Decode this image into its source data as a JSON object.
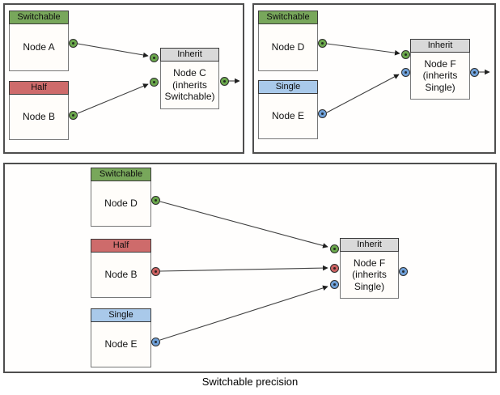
{
  "caption": "Switchable precision",
  "colors": {
    "switchable": "#78A75B",
    "half": "#CE6B6B",
    "single": "#A9C9EA",
    "inherit": "#D9D9D9",
    "port-switchable": "#6BA84D",
    "port-half": "#CC6262",
    "port-single": "#6FA0D8",
    "line": "#3f3f3f"
  },
  "panels": [
    {
      "id": "top-left",
      "nodes": [
        {
          "header": "Switchable",
          "label": "Node A"
        },
        {
          "header": "Half",
          "label": "Node B"
        },
        {
          "header": "Inherit",
          "label": "Node C (inherits Switchable)"
        }
      ]
    },
    {
      "id": "top-right",
      "nodes": [
        {
          "header": "Switchable",
          "label": "Node D"
        },
        {
          "header": "Single",
          "label": "Node E"
        },
        {
          "header": "Inherit",
          "label": "Node F (inherits Single)"
        }
      ]
    },
    {
      "id": "bottom",
      "nodes": [
        {
          "header": "Switchable",
          "label": "Node D"
        },
        {
          "header": "Half",
          "label": "Node B"
        },
        {
          "header": "Single",
          "label": "Node E"
        },
        {
          "header": "Inherit",
          "label": "Node F (inherits Single)"
        }
      ]
    }
  ]
}
